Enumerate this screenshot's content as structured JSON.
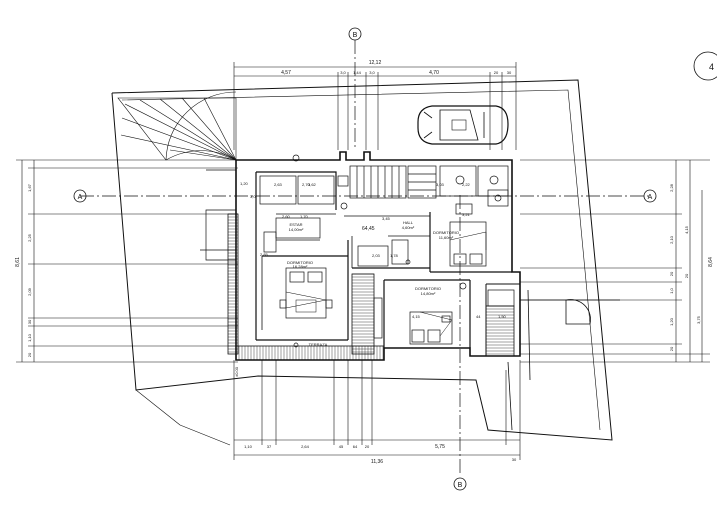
{
  "grid_markers": {
    "top": "B",
    "bottom": "B",
    "left": "A",
    "right": "A",
    "corner": "4"
  },
  "top_dimensions": {
    "overall": "12,12",
    "segments": [
      "4,57",
      "3,0",
      "1,44",
      "3,0",
      "4,70",
      "20",
      "30"
    ]
  },
  "bottom_dimensions": {
    "overall": "11,36",
    "segments": [
      "1,10",
      "37",
      "2,64",
      "45",
      "64",
      "20",
      "5,75"
    ],
    "tail": "30"
  },
  "left_dimensions": {
    "overall": "8,61",
    "segments": [
      "1,67",
      "2,25",
      "2,09",
      "30",
      "1,10",
      "20"
    ],
    "extra": [
      "1,20",
      "3,0"
    ]
  },
  "right_dimensions": {
    "overall": "8,64",
    "segments": [
      "2,28",
      "2,10",
      "1,20",
      "3,75",
      "1,0"
    ],
    "overall_b": "4,15",
    "minor": [
      "20",
      "20",
      "20"
    ]
  },
  "room_labels": {
    "living_title": "ESTAR",
    "living_sub": "14,00m²",
    "bedroom_master_title": "DORMITORIO",
    "bedroom_master_sub": "16,28m²",
    "hall_title": "HALL",
    "hall_sub": "4,60m²",
    "bedroom_2_title": "DORMITORIO",
    "bedroom_2_sub": "11,60m²",
    "bedroom_3_title": "DORMITORIO",
    "bedroom_3_sub": "14,80m²",
    "terrace": "TERRAZA"
  },
  "interior_dimensions": [
    "2,63",
    "2,60",
    "3,45",
    "2,22",
    "3,21",
    "3,03",
    "3,62",
    "2,85",
    "2,03",
    "1,78",
    "4,15",
    "1,50",
    "44",
    "64,45",
    "1,70",
    "2,70"
  ],
  "level_marker": "±0.00",
  "colors": {
    "line": "#111111",
    "background": "#ffffff"
  }
}
